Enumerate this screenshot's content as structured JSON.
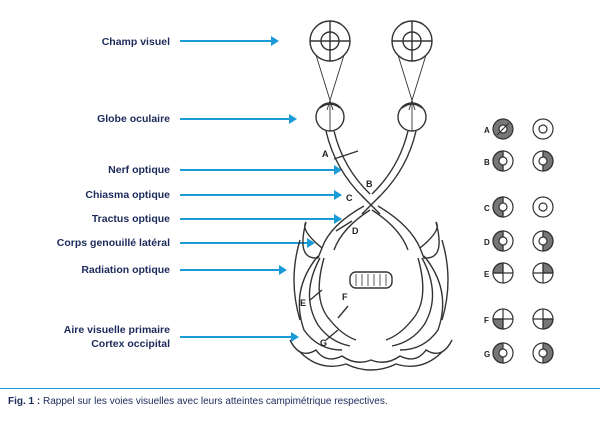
{
  "labels": {
    "champ_visuel": "Champ visuel",
    "globe_oculaire": "Globe oculaire",
    "nerf_optique": "Nerf optique",
    "chiasma_optique": "Chiasma optique",
    "tractus_optique": "Tractus optique",
    "corps_genouille": "Corps genouillé latéral",
    "radiation_optique": "Radiation optique",
    "aire_visuelle": "Aire visuelle primaire",
    "cortex_occipital": "Cortex occipital"
  },
  "lesion_letters": [
    "A",
    "B",
    "C",
    "D",
    "E",
    "F",
    "G"
  ],
  "caption": {
    "prefix": "Fig. 1 :",
    "text": " Rappel sur les voies visuelles avec leurs atteintes campimétrique respectives."
  },
  "colors": {
    "arrow": "#1a9bd7",
    "label_text": "#1b2a5a",
    "deficit_fill": "#777777"
  }
}
